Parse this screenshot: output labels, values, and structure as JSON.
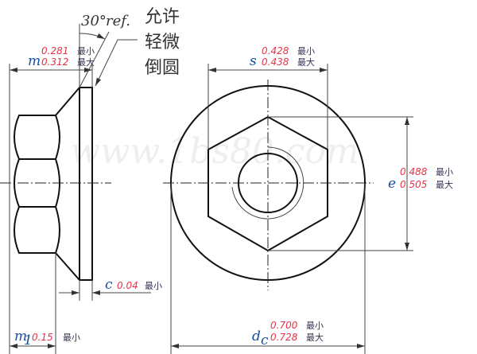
{
  "watermark": "www.1bs80.com",
  "note": {
    "line1": "允许",
    "line2": "轻微",
    "line3": "倒圆"
  },
  "angle": {
    "value": "30°",
    "suffix": "ref."
  },
  "labels": {
    "min": "最小",
    "max": "最大"
  },
  "dims": {
    "m": {
      "symbol": "m",
      "min": "0.281",
      "max": "0.312"
    },
    "s": {
      "symbol": "s",
      "min": "0.428",
      "max": "0.438"
    },
    "e": {
      "symbol": "e",
      "min": "0.488",
      "max": "0.505"
    },
    "c": {
      "symbol": "c",
      "min": "0.04"
    },
    "m1": {
      "symbol": "m",
      "sub": "1",
      "min": "0.15"
    },
    "dc": {
      "symbol": "d",
      "sub": "c",
      "min": "0.700",
      "max": "0.728"
    }
  },
  "colors": {
    "value": "#e8324a",
    "symbol": "#1a4ea0"
  }
}
